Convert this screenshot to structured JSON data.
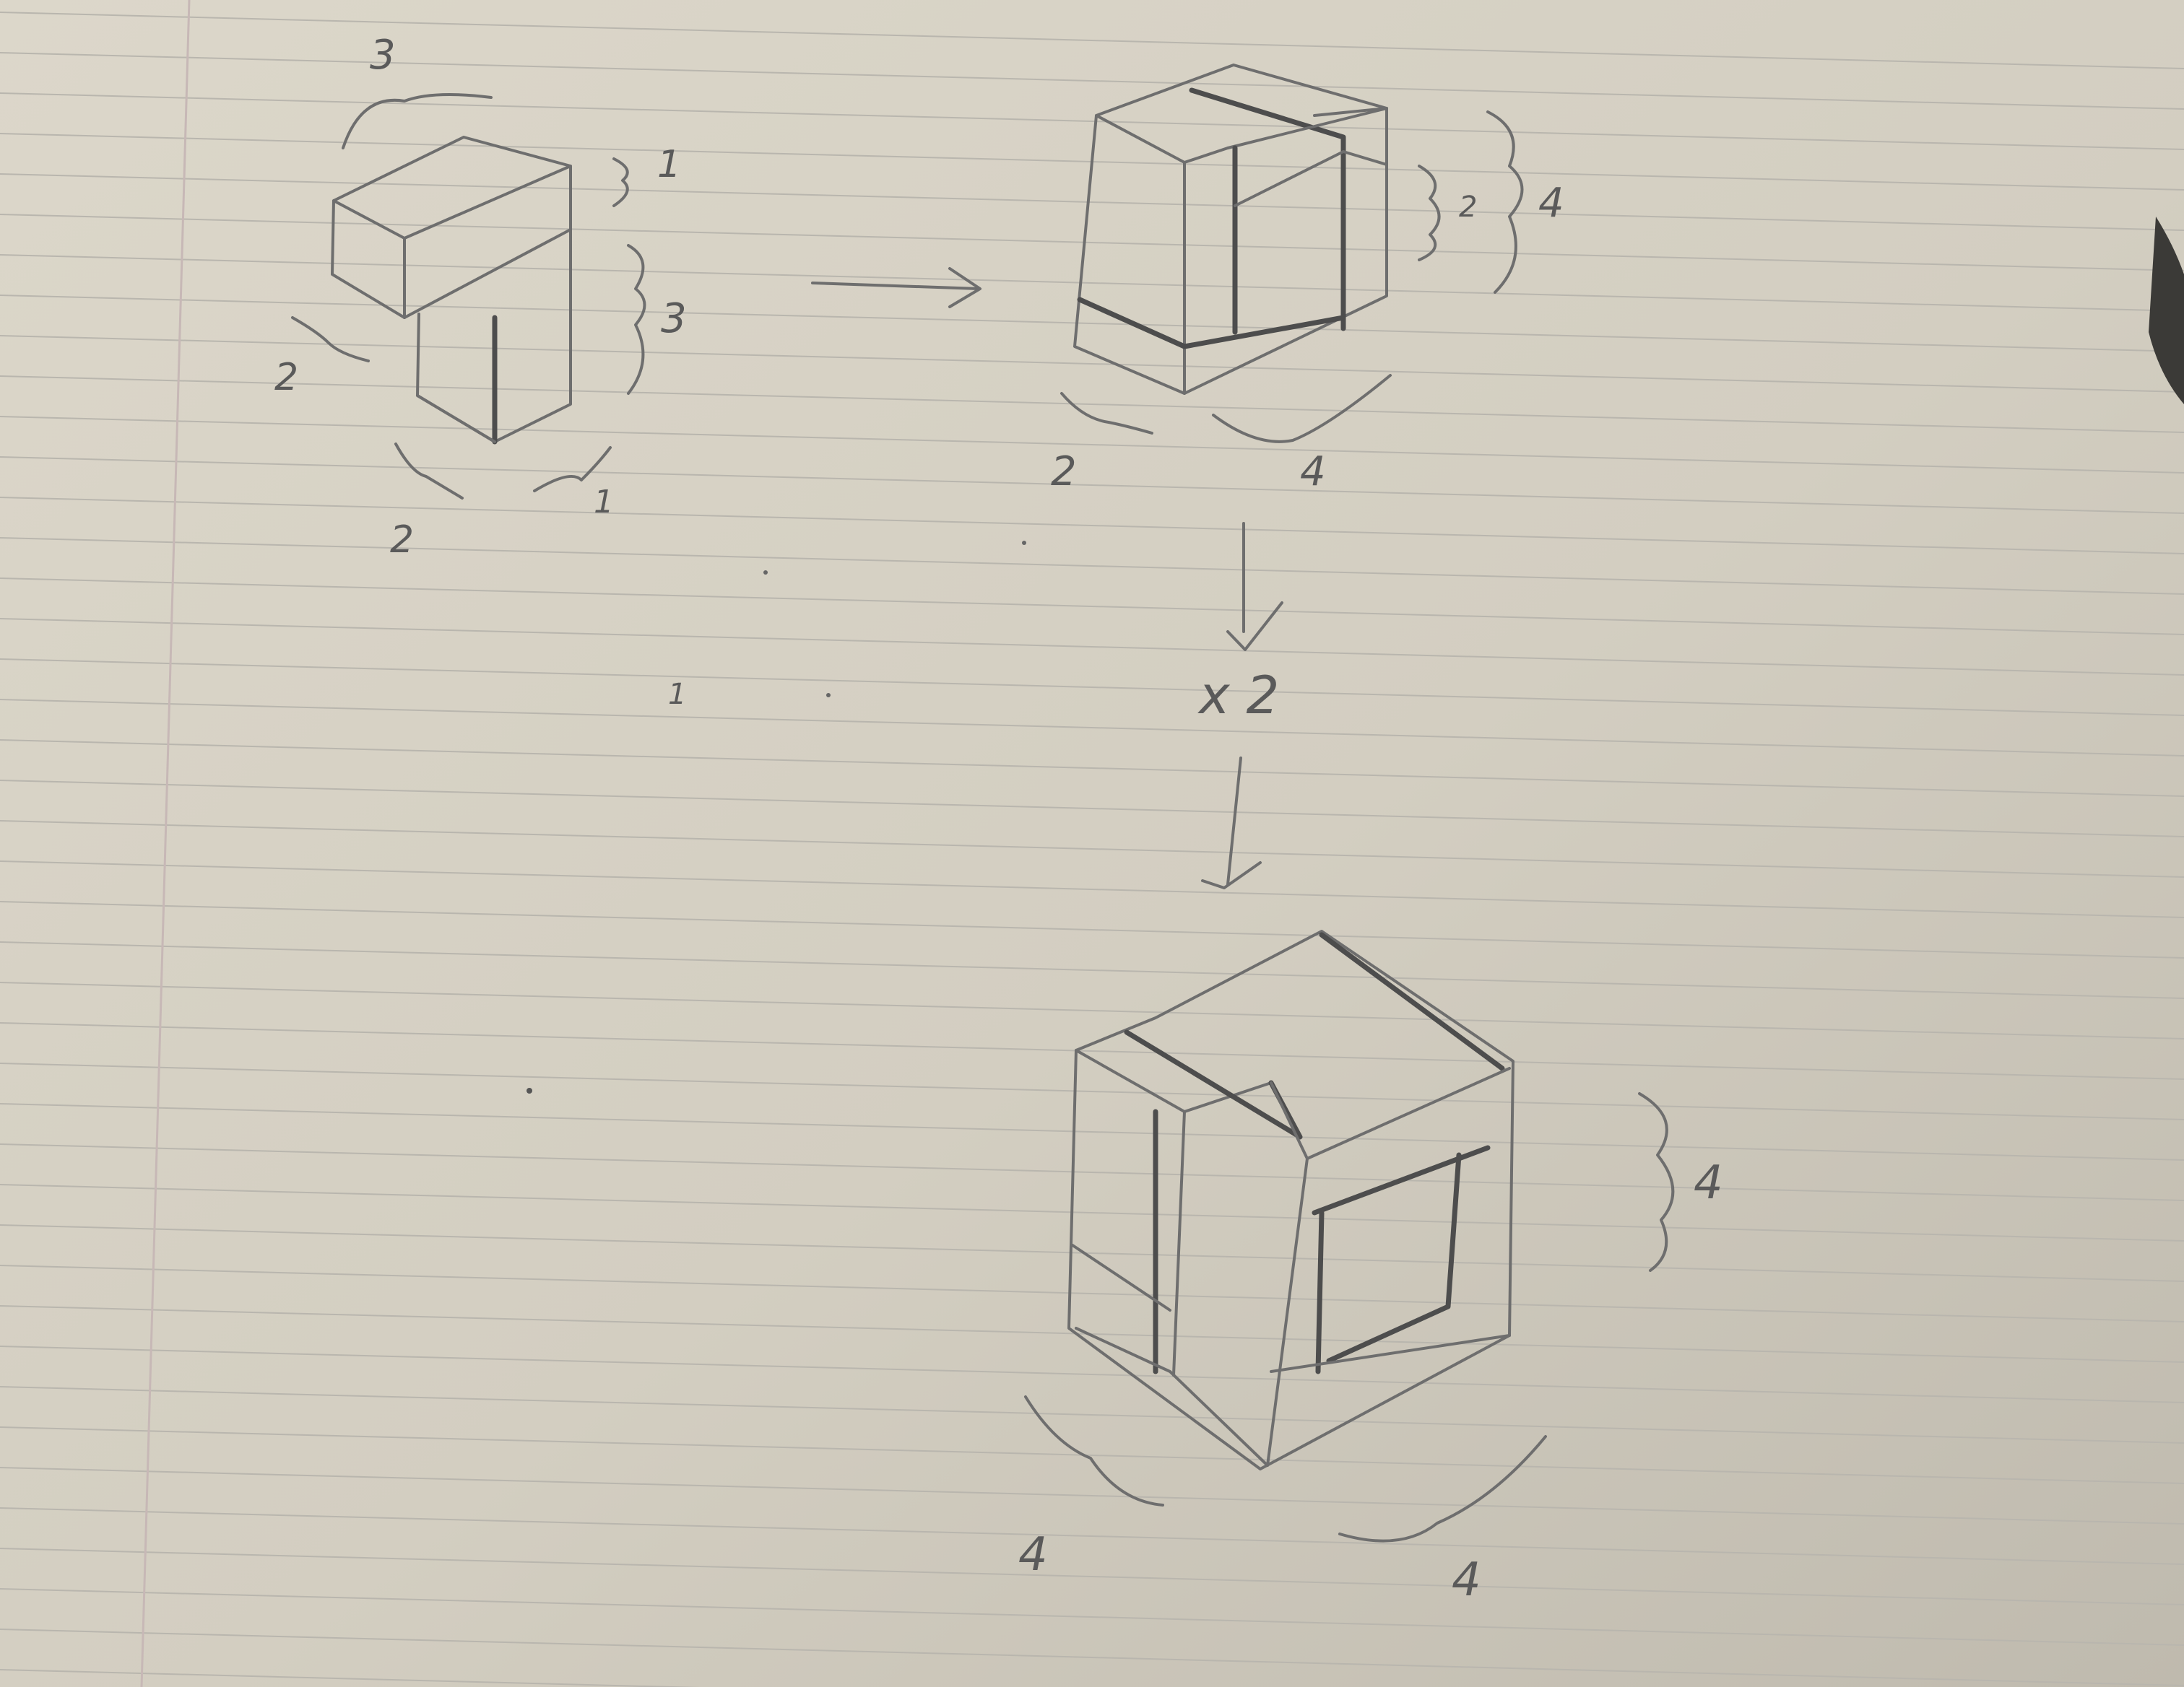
{
  "figure1": {
    "top_width": "3",
    "top_height": "1",
    "stem_height": "3",
    "top_depth": "2",
    "stem_depth": "2",
    "stem_width": "1"
  },
  "figure2": {
    "inner_height": "2",
    "height": "4",
    "depth": "2",
    "width": "4"
  },
  "transform": {
    "multiplier": "x 2"
  },
  "figure3": {
    "height": "4",
    "depth": "4",
    "width": "4"
  },
  "stray_marks": {
    "mark": "1"
  }
}
